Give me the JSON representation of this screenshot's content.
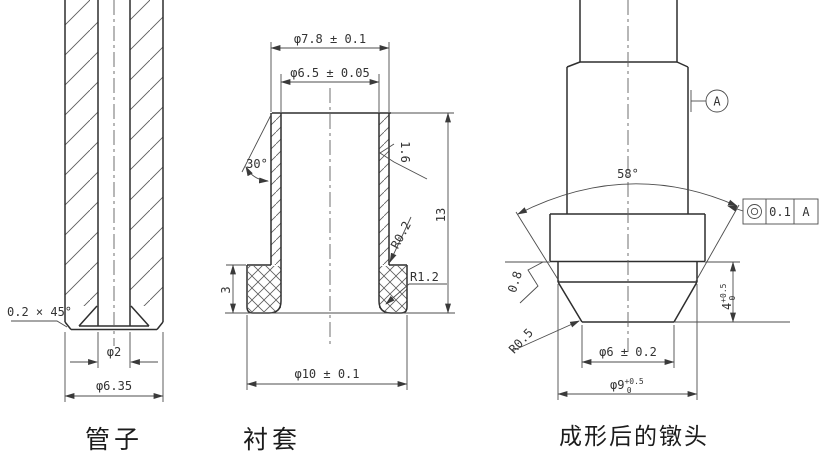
{
  "drawing": {
    "figures": {
      "pipe": {
        "caption": "管子",
        "dims": {
          "end_chamfer": "0.2 × 45°",
          "inner_diameter": "φ2",
          "outer_diameter": "φ6.35"
        }
      },
      "bushing": {
        "caption": "衬套",
        "dims": {
          "outer_diameter": "φ7.8 ± 0.1",
          "bore_diameter": "φ6.5 ± 0.05",
          "chamfer_angle": "30°",
          "bore_roughness": "1.6",
          "total_height": "13",
          "neck_fillet": "R0.2",
          "bore_fillet": "R1.2",
          "flange_thickness": "3",
          "flange_diameter": "φ10 ± 0.1"
        }
      },
      "upset_head": {
        "caption": "成形后的镦头",
        "dims": {
          "datum": "A",
          "cone_angle": "58°",
          "fcf_tolerance": "0.1",
          "fcf_datum": "A",
          "cone_roughness": "0.8",
          "corner_radius": "R0.5",
          "end_diameter": "φ6 ± 0.2",
          "head_diameter": "φ9",
          "head_diameter_tol_upper": "+0.5",
          "head_diameter_tol_lower": "0",
          "head_height": "4",
          "head_height_tol_upper": "+0.5",
          "head_height_tol_lower": "0"
        }
      }
    }
  }
}
